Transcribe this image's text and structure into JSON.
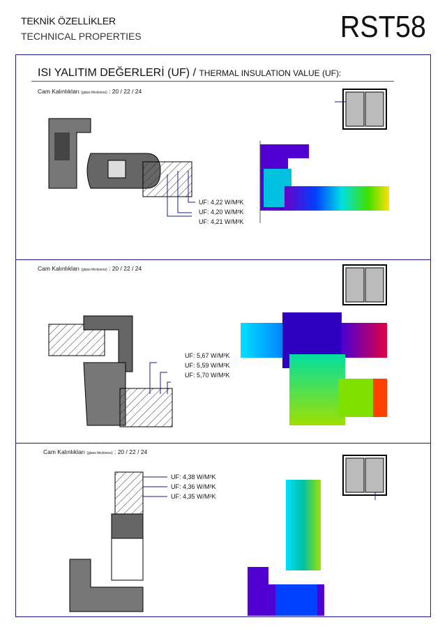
{
  "header": {
    "title_tr": "TEKNİK ÖZELLİKLER",
    "title_en": "TECHNICAL PROPERTIES",
    "model": "RST58"
  },
  "section_title": {
    "tr": "ISI YALITIM DEĞERLERİ (UF)",
    "sep": "/",
    "en": "THERMAL INSULATION VALUE (UF):"
  },
  "sections": [
    {
      "glass_label": "Cam Kalınlıkları",
      "glass_label_en": "(glass thickness)",
      "glass_values": ": 20 / 22 / 24",
      "uf": [
        "UF: 4,22 W/M²K",
        "UF: 4,20 W/M²K",
        "UF: 4,21 W/M²K"
      ],
      "glass_marks": [
        "20",
        "22",
        "24"
      ]
    },
    {
      "glass_label": "Cam Kalınlıkları",
      "glass_label_en": "(glass thickness)",
      "glass_values": ": 20 / 22 / 24",
      "uf": [
        "UF: 5,67 W/M²K",
        "UF: 5,59 W/M²K",
        "UF: 5,70 W/M²K"
      ],
      "glass_marks": [
        "20",
        "22",
        "24"
      ]
    },
    {
      "glass_label": "Cam Kalınlıkları",
      "glass_label_en": "(glass thickness)",
      "glass_values": ": 20 / 22 / 24",
      "uf": [
        "UF: 4,38 W/M²K",
        "UF: 4,36 W/M²K",
        "UF: 4,35 W/M²K"
      ],
      "glass_marks": [
        "24",
        "22",
        "20"
      ]
    }
  ],
  "colors": {
    "frame": "#1a1a8c",
    "leader": "#1a1a8c"
  }
}
